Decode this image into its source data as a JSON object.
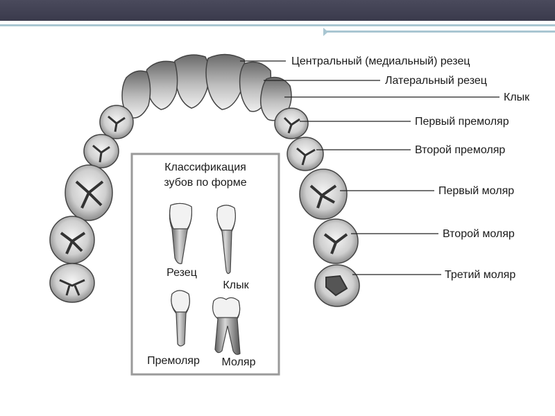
{
  "labels": {
    "central_incisor": "Центральный (медиальный) резец",
    "lateral_incisor": "Латеральный резец",
    "canine": "Клык",
    "first_premolar": "Первый премоляр",
    "second_premolar": "Второй премоляр",
    "first_molar": "Первый моляр",
    "second_molar": "Второй моляр",
    "third_molar": "Третий моляр"
  },
  "classification_box": {
    "title_line1": "Классификация",
    "title_line2": "зубов по форме",
    "incisor": "Резец",
    "canine": "Клык",
    "premolar": "Премоляр",
    "molar": "Моляр"
  },
  "colors": {
    "header": "#3f3f50",
    "accent_line": "#a9c6d2",
    "tooth_fill": "#d6d6d6",
    "tooth_dark": "#5a5a5a",
    "box_border": "#9a9a9a"
  }
}
